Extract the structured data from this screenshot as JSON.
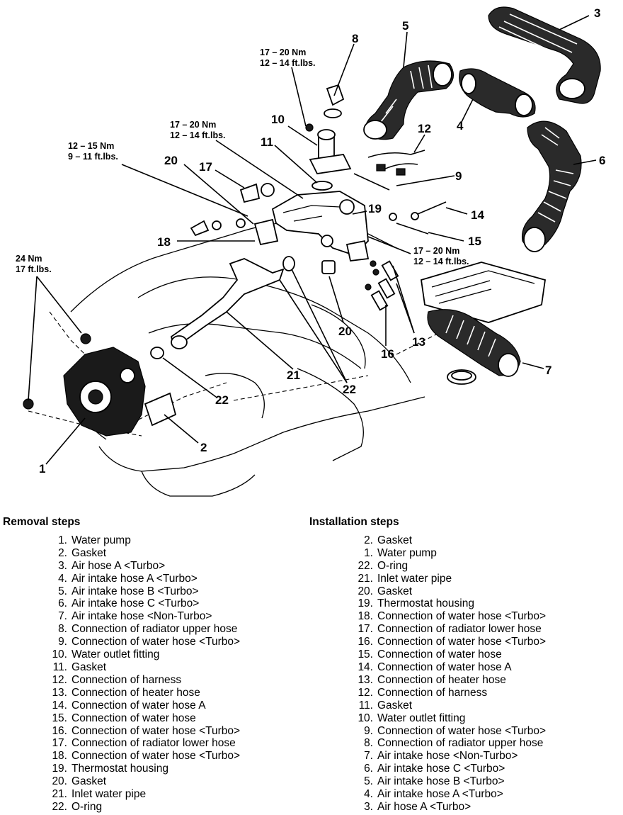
{
  "callouts": {
    "n1": "1",
    "n2": "2",
    "n3": "3",
    "n4": "4",
    "n5": "5",
    "n6": "6",
    "n7": "7",
    "n8": "8",
    "n9": "9",
    "n10": "10",
    "n11": "11",
    "n12": "12",
    "n13": "13",
    "n14": "14",
    "n15": "15",
    "n16": "16",
    "n17": "17",
    "n18": "18",
    "n19": "19",
    "n20a": "20",
    "n20b": "20",
    "n21": "21",
    "n22a": "22",
    "n22b": "22"
  },
  "torque": {
    "t1a": "17 – 20 Nm",
    "t1b": "12 – 14 ft.lbs.",
    "t2a": "17 – 20 Nm",
    "t2b": "12 – 14 ft.lbs.",
    "t3a": "12 – 15 Nm",
    "t3b": "9 – 11 ft.lbs.",
    "t4a": "24 Nm",
    "t4b": "17 ft.lbs.",
    "t5a": "17 – 20 Nm",
    "t5b": "12 – 14 ft.lbs."
  },
  "removal": {
    "title": "Removal steps",
    "steps": [
      {
        "n": "1.",
        "t": "Water pump"
      },
      {
        "n": "2.",
        "t": "Gasket"
      },
      {
        "n": "3.",
        "t": "Air hose A <Turbo>"
      },
      {
        "n": "4.",
        "t": "Air intake hose A <Turbo>"
      },
      {
        "n": "5.",
        "t": "Air intake hose B <Turbo>"
      },
      {
        "n": "6.",
        "t": "Air intake hose C <Turbo>"
      },
      {
        "n": "7.",
        "t": "Air intake hose <Non-Turbo>"
      },
      {
        "n": "8.",
        "t": "Connection of radiator upper hose"
      },
      {
        "n": "9.",
        "t": "Connection of water hose <Turbo>"
      },
      {
        "n": "10.",
        "t": "Water outlet fitting"
      },
      {
        "n": "11.",
        "t": "Gasket"
      },
      {
        "n": "12.",
        "t": "Connection of harness"
      },
      {
        "n": "13.",
        "t": "Connection of heater hose"
      },
      {
        "n": "14.",
        "t": "Connection of water hose A"
      },
      {
        "n": "15.",
        "t": "Connection of water hose"
      },
      {
        "n": "16.",
        "t": "Connection of water hose <Turbo>"
      },
      {
        "n": "17.",
        "t": "Connection of radiator lower hose"
      },
      {
        "n": "18.",
        "t": "Connection of water hose <Turbo>"
      },
      {
        "n": "19.",
        "t": "Thermostat housing"
      },
      {
        "n": "20.",
        "t": "Gasket"
      },
      {
        "n": "21.",
        "t": "Inlet water pipe"
      },
      {
        "n": "22.",
        "t": "O-ring"
      }
    ]
  },
  "installation": {
    "title": "Installation steps",
    "steps": [
      {
        "n": "2.",
        "t": "Gasket"
      },
      {
        "n": "1.",
        "t": "Water pump"
      },
      {
        "n": "22.",
        "t": "O-ring"
      },
      {
        "n": "21.",
        "t": "Inlet water pipe"
      },
      {
        "n": "20.",
        "t": "Gasket"
      },
      {
        "n": "19.",
        "t": "Thermostat housing"
      },
      {
        "n": "18.",
        "t": "Connection of water hose <Turbo>"
      },
      {
        "n": "17.",
        "t": "Connection of radiator lower hose"
      },
      {
        "n": "16.",
        "t": "Connection of water hose <Turbo>"
      },
      {
        "n": "15.",
        "t": "Connection of water hose"
      },
      {
        "n": "14.",
        "t": "Connection of water hose A"
      },
      {
        "n": "13.",
        "t": "Connection of heater hose"
      },
      {
        "n": "12.",
        "t": "Connection of harness"
      },
      {
        "n": "11.",
        "t": "Gasket"
      },
      {
        "n": "10.",
        "t": "Water outlet fitting"
      },
      {
        "n": "9.",
        "t": "Connection of water hose <Turbo>"
      },
      {
        "n": "8.",
        "t": "Connection of radiator upper hose"
      },
      {
        "n": "7.",
        "t": "Air intake hose <Non-Turbo>"
      },
      {
        "n": "6.",
        "t": "Air intake hose C <Turbo>"
      },
      {
        "n": "5.",
        "t": "Air intake hose B <Turbo>"
      },
      {
        "n": "4.",
        "t": "Air intake hose A <Turbo>"
      },
      {
        "n": "3.",
        "t": "Air hose A <Turbo>"
      }
    ]
  }
}
